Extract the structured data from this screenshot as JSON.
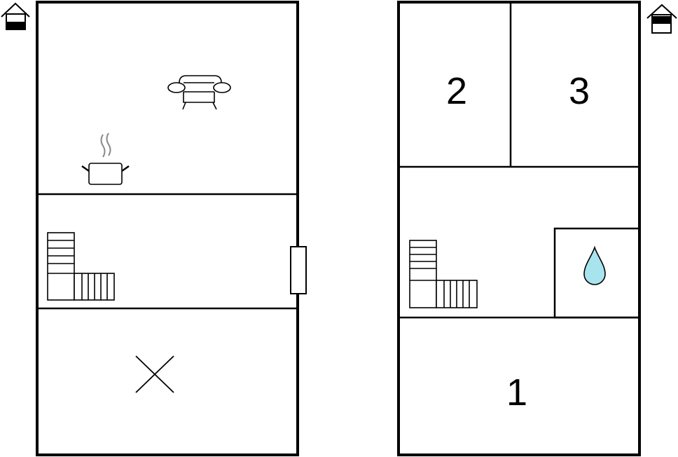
{
  "floors": [
    {
      "id": "ground-floor",
      "level_icon": "house-ground-floor-icon",
      "rooms": [
        {
          "type": "living-kitchen",
          "icons": [
            "sofa-icon",
            "cooking-pot-icon"
          ]
        },
        {
          "type": "stairs-hall",
          "icons": [
            "staircase-icon",
            "door-icon"
          ]
        },
        {
          "type": "storage",
          "icons": [
            "cross-icon"
          ]
        }
      ]
    },
    {
      "id": "upper-floor",
      "level_icon": "house-upper-floor-icon",
      "rooms": [
        {
          "number": "2",
          "type": "bedroom"
        },
        {
          "number": "3",
          "type": "bedroom"
        },
        {
          "type": "hall",
          "icons": [
            "staircase-icon"
          ]
        },
        {
          "type": "bathroom",
          "icons": [
            "water-drop-icon"
          ]
        },
        {
          "number": "1",
          "type": "bedroom"
        }
      ]
    }
  ],
  "colors": {
    "walls": "#000000",
    "background": "#ffffff",
    "water": "#a8e4ee",
    "steam": "#888888"
  }
}
